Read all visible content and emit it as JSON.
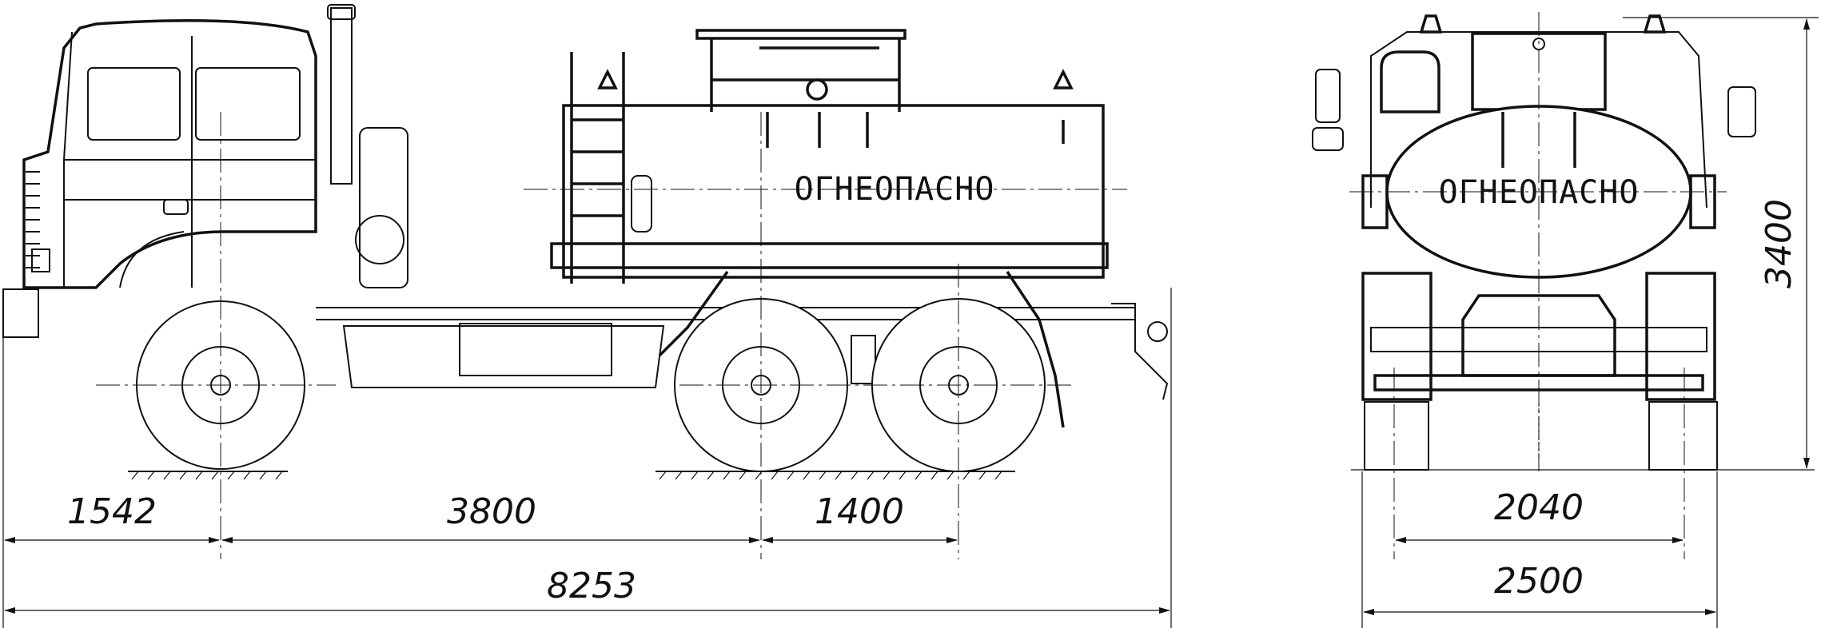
{
  "drawing": {
    "side_view": {
      "tank_label": "ОГНЕОПАСНО",
      "dimensions": {
        "front_overhang": "1542",
        "wheelbase_front": "3800",
        "wheelbase_rear": "1400",
        "overall_length": "8253"
      }
    },
    "front_view": {
      "tank_label": "ОГНЕОПАСНО",
      "dimensions": {
        "track": "2040",
        "overall_width": "2500",
        "overall_height": "3400"
      }
    }
  }
}
